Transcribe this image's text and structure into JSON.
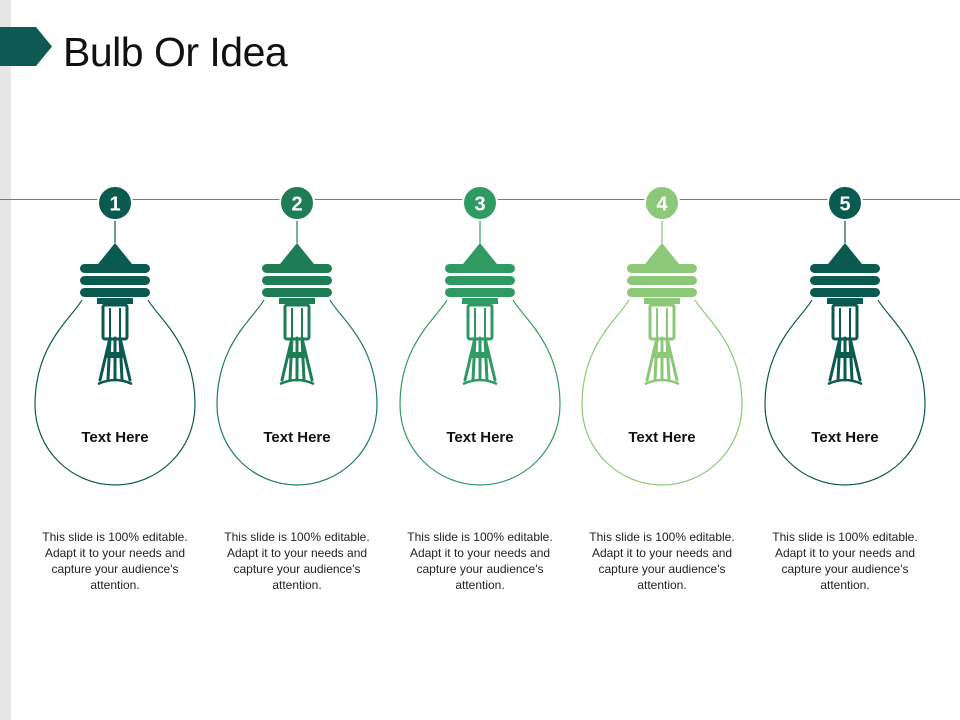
{
  "slide": {
    "title": "Bulb Or Idea",
    "accent_color": "#0f5a52"
  },
  "bulbs": [
    {
      "number": "1",
      "label": "Text Here",
      "description": "This slide is 100% editable. Adapt it to your needs and capture your audience's attention.",
      "color": "#0b5a4f"
    },
    {
      "number": "2",
      "label": "Text Here",
      "description": "This slide is 100% editable. Adapt it to your needs and capture your audience's attention.",
      "color": "#1f7d55"
    },
    {
      "number": "3",
      "label": "Text Here",
      "description": "This slide is 100% editable. Adapt it to your needs and capture your audience's attention.",
      "color": "#2f9b62"
    },
    {
      "number": "4",
      "label": "Text Here",
      "description": "This slide is 100% editable. Adapt it to your needs and capture your audience's attention.",
      "color": "#8cc878"
    },
    {
      "number": "5",
      "label": "Text Here",
      "description": "This slide is 100% editable. Adapt it to your needs and capture your audience's attention.",
      "color": "#0b5a4f"
    }
  ]
}
